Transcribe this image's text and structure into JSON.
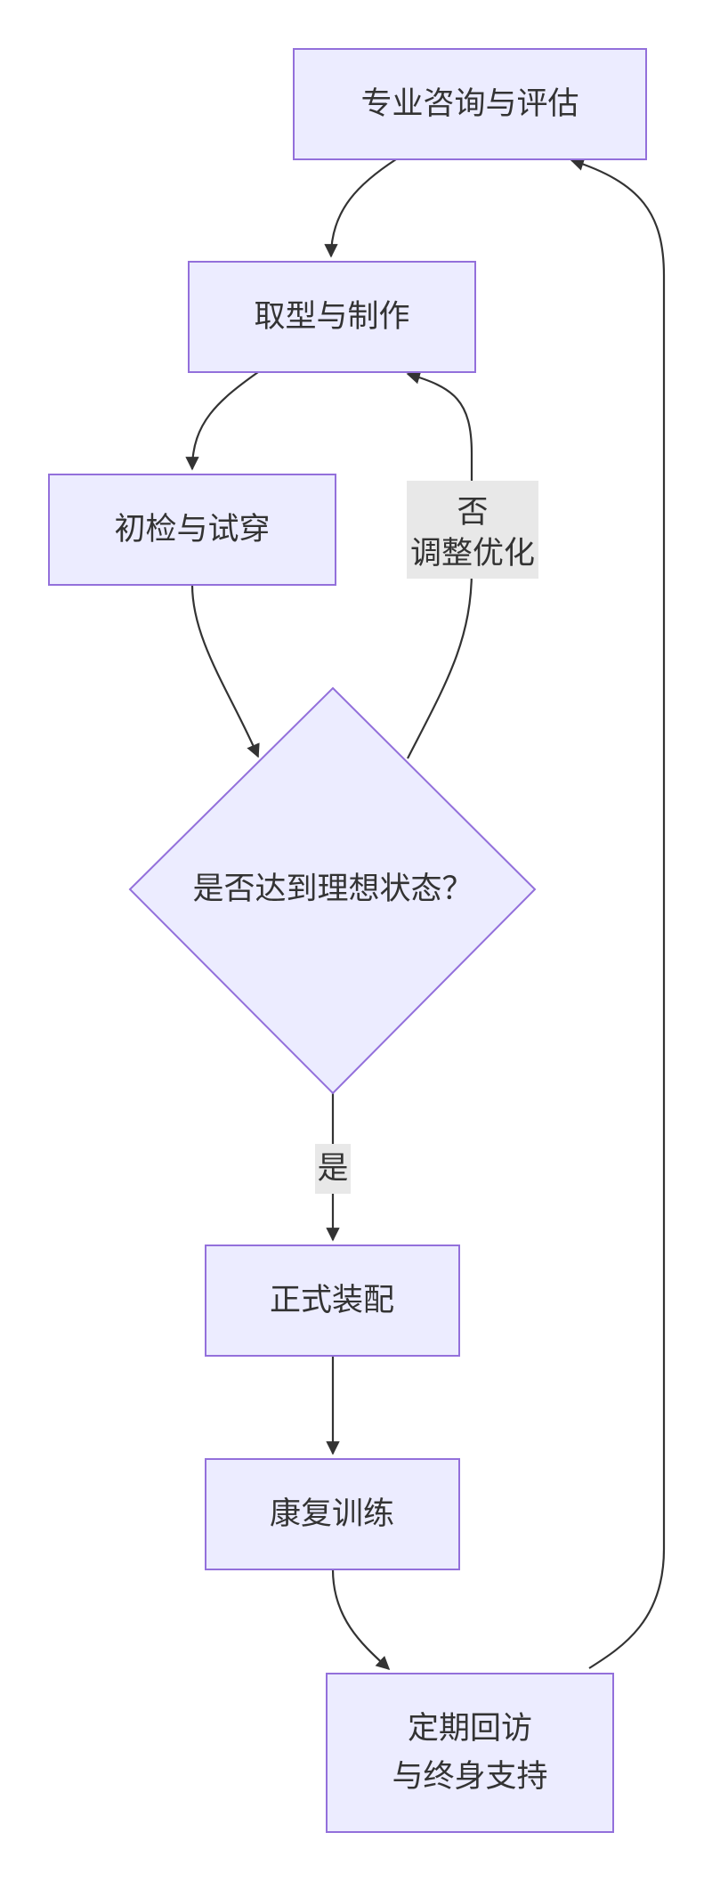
{
  "nodes": {
    "consult": "专业咨询与评估",
    "make": "取型与制作",
    "trial": "初检与试穿",
    "decision": "是否达到理想状态？",
    "install": "正式装配",
    "rehab": "康复训练",
    "follow_line1": "定期回访",
    "follow_line2": "与终身支持"
  },
  "edges": {
    "no_line1": "否",
    "no_line2": "调整优化",
    "yes": "是"
  },
  "colors": {
    "node_fill": "#ECECFF",
    "node_stroke": "#9370DB",
    "edge": "#333333",
    "label_bg": "#E8E8E8",
    "text": "#333333"
  }
}
